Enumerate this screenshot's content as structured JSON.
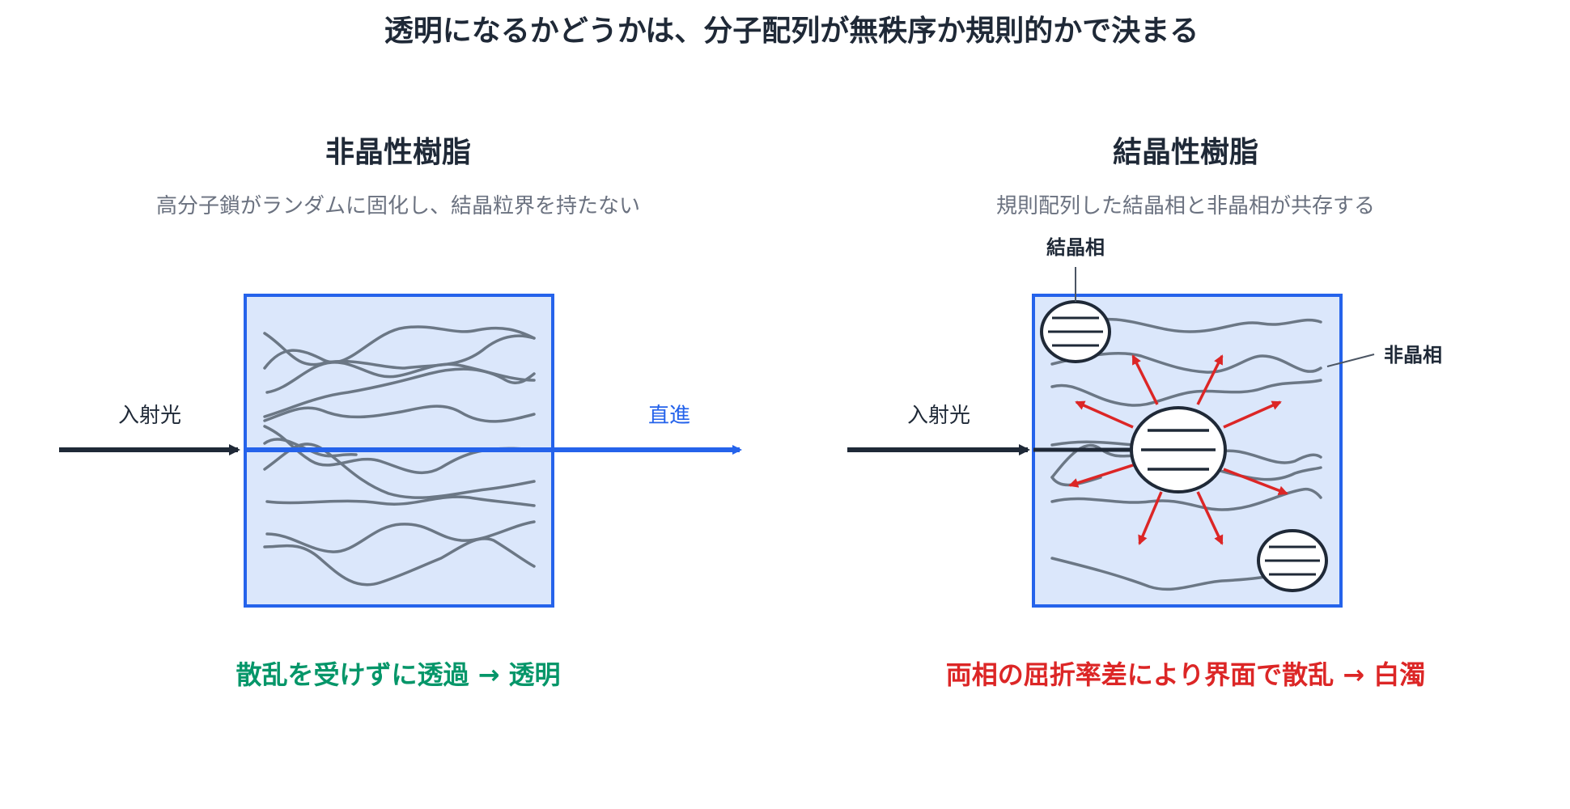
{
  "title": "透明になるかどうかは、分子配列が無秩序か規則的かで決まる",
  "panels": {
    "amorphous": {
      "heading": "非晶性樹脂",
      "subtitle": "高分子鎖がランダムに固化し、結晶粒界を持たない",
      "incident_label": "入射光",
      "output_label": "直進",
      "conclusion": "散乱を受けずに透過 → 透明"
    },
    "crystalline": {
      "heading": "結晶性樹脂",
      "subtitle": "規則配列した結晶相と非晶相が共存する",
      "incident_label": "入射光",
      "crystal_label": "結晶相",
      "amorphous_label": "非晶相",
      "conclusion": "両相の屈折率差により界面で散乱 → 白濁"
    }
  },
  "colors": {
    "title": "#1f2937",
    "subtitle": "#6b7280",
    "box_fill": "#dbe7fb",
    "box_stroke": "#2563eb",
    "chain": "#6b7785",
    "arrow_dark": "#1f2937",
    "arrow_blue": "#2563eb",
    "scatter": "#dc2626",
    "transparent_text": "#059669",
    "cloudy_text": "#dc2626"
  }
}
